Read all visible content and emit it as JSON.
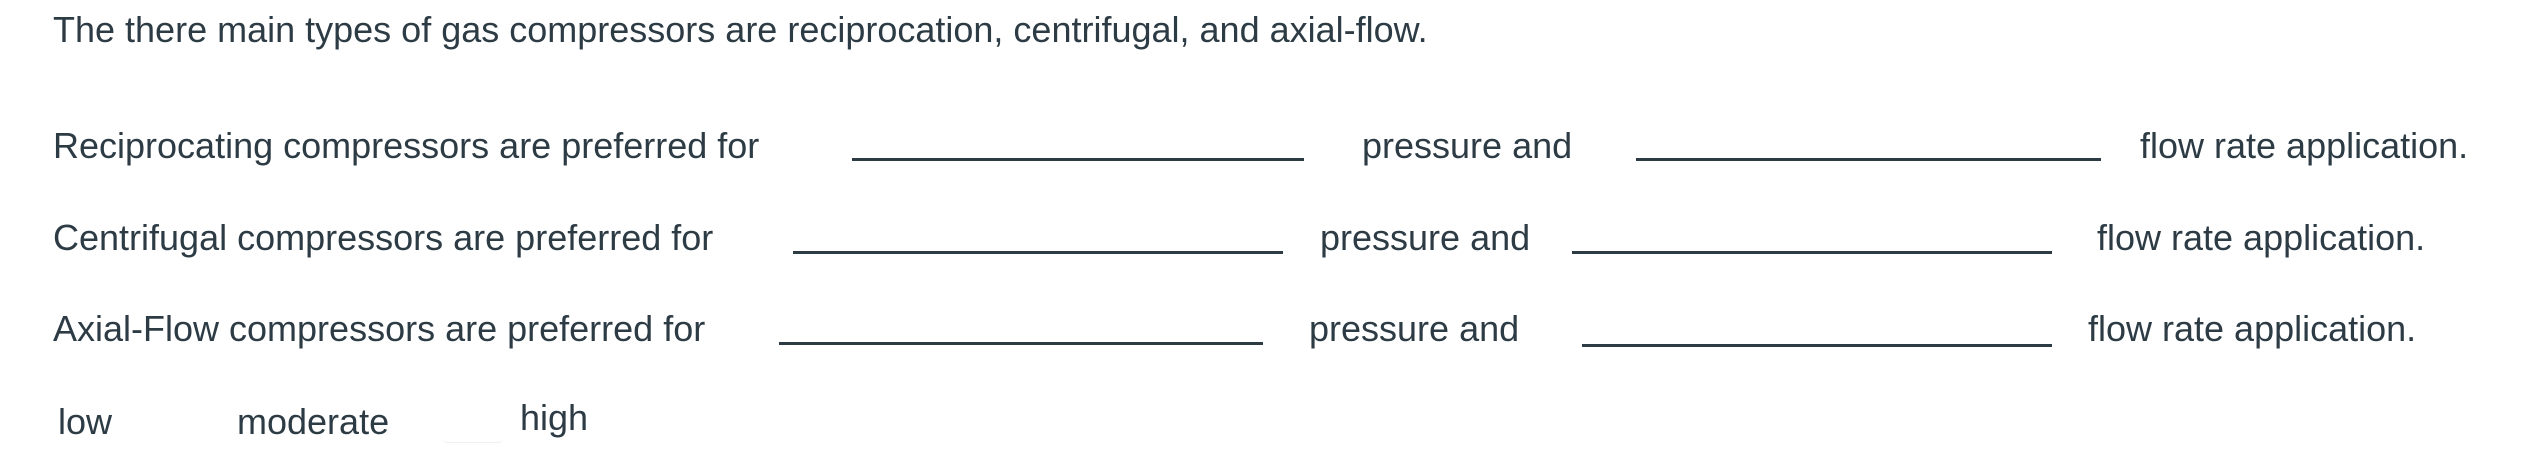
{
  "question": {
    "intro": "The there main types of gas compressors are reciprocation, centrifugal, and axial-flow.",
    "rows": [
      {
        "lead": "Reciprocating compressors are preferred for",
        "middle": "pressure and",
        "tail": "flow rate application.",
        "blank1": "",
        "blank2": ""
      },
      {
        "lead": "Centrifugal compressors are preferred for",
        "middle": "pressure and",
        "tail": "flow rate application.",
        "blank1": "",
        "blank2": ""
      },
      {
        "lead": "Axial-Flow compressors are preferred for",
        "middle": "pressure and",
        "tail": "flow rate application.",
        "blank1": "",
        "blank2": ""
      }
    ]
  },
  "word_bank": {
    "options": [
      "low",
      "moderate",
      "high"
    ]
  }
}
